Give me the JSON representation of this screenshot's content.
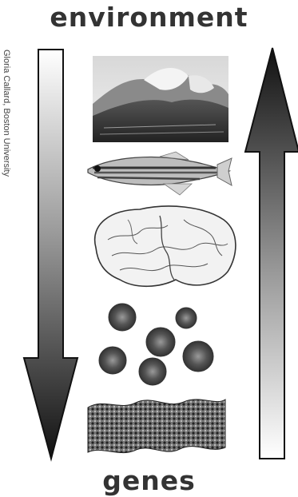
{
  "diagram": {
    "title_top": "environment",
    "title_bottom": "genes",
    "credit": "Gloria Callard, Boston University",
    "colors": {
      "text": "#333333",
      "arrow_dark": "#1a1a1a",
      "arrow_light": "#ffffff"
    },
    "arrows": {
      "left": "down-arrow-icon",
      "right": "up-arrow-icon"
    },
    "images": [
      {
        "id": "wave",
        "icon": "ocean-wave-icon"
      },
      {
        "id": "fish",
        "icon": "zebrafish-icon"
      },
      {
        "id": "brain",
        "icon": "brain-icon"
      },
      {
        "id": "cells",
        "icon": "cells-icon"
      },
      {
        "id": "dna",
        "icon": "chromatin-icon"
      }
    ]
  }
}
